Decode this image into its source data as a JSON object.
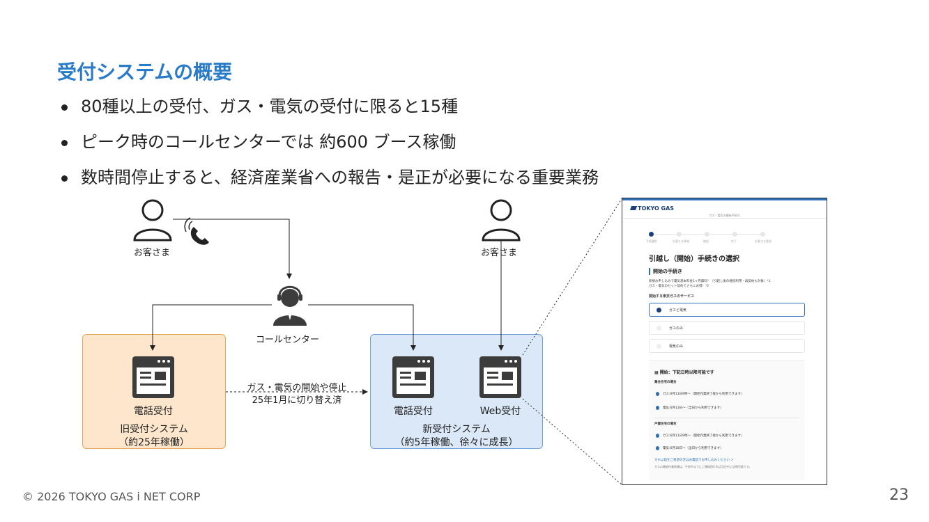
{
  "slide": {
    "title": "受付システムの概要",
    "bullets": [
      "80種以上の受付、ガス・電気の受付に限ると15種",
      "ピーク時のコールセンターでは 約600 ブース稼働",
      "数時間停止すると、経済産業省への報告・是正が必要になる重要業務"
    ],
    "page_number": "23",
    "copyright": "© 2026 TOKYO GAS i NET CORP"
  },
  "diagram": {
    "customer_left": "お客さま",
    "customer_right": "お客さま",
    "call_center": "コールセンター",
    "old_system": {
      "channel": "電話受付",
      "name": "旧受付システム",
      "note": "（約25年稼働）"
    },
    "new_system": {
      "channel_phone": "電話受付",
      "channel_web": "Web受付",
      "name": "新受付システム",
      "note": "（約5年稼働、徐々に成長）"
    },
    "migration_line1": "ガス・電気の開始や停止",
    "migration_line2": "25年1月に切り替え済"
  },
  "screenshot": {
    "brand": "TOKYO GAS",
    "step_caption": "ガス・電気の開始手続き",
    "steps": [
      "手続選択",
      "お客さま情報",
      "確認",
      "完了",
      "お客さま登録"
    ],
    "heading": "引越し（開始）手続きの選択",
    "section_title": "開始の手続き",
    "desc_line1": "新規お申し込みで電気基本料金1ヶ月無料！（引越し後の継続利用・再契約も対象）*1",
    "desc_line2": "ガス・電気のセット契約でさらにお得！*2",
    "service_label": "開始する東京ガスのサービス",
    "options": [
      "ガスと電気",
      "ガスのみ",
      "電気のみ"
    ],
    "info_title": "開始：下記日時以降可能です",
    "apt_title": "集合住宅の場合",
    "apt_gas": "ガス:6月11日9時〜（開栓作業終了後から利用できます）",
    "apt_elec": "電気:6月13日〜（当日から利用できます）",
    "house_title": "戸建住宅の場合",
    "house_gas": "ガス:6月11日9時〜（開栓作業終了後から利用できます）",
    "house_elec": "電気:6月18日〜（当日から利用できます）",
    "link_text": "それ以前をご希望の方はお電話でお申し込みください ＞",
    "footnote": "ガスの開始作業依頼は、午前中までにご連絡頂ければ当日中に訪問可能です。"
  },
  "colors": {
    "title_blue": "#2a7bc7",
    "old_box_fill": "#fde6cc",
    "old_box_border": "#e6a657",
    "new_box_fill": "#dbe8f8",
    "new_box_border": "#6f9fd6",
    "icon_dark": "#3c3c3c"
  },
  "icons": [
    "person-icon",
    "phone-call-icon",
    "operator-headset-icon",
    "application-window-icon"
  ]
}
